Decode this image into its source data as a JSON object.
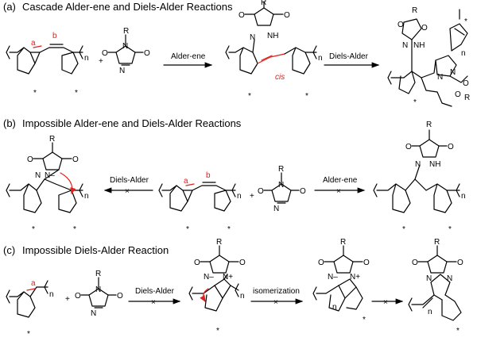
{
  "sections": [
    {
      "tag": "(a)",
      "title": "Cascade Alder-ene and Diels-Alder Reactions"
    },
    {
      "tag": "(b)",
      "title": "Impossible Alder-ene and Diels-Alder  Reactions"
    },
    {
      "tag": "(c)",
      "title": "Impossible Diels-Alder  Reaction"
    }
  ],
  "arrows": {
    "a1": "Alder-ene",
    "a2": "Diels-Alder",
    "b1": "Diels-Alder",
    "b2": "Alder-ene",
    "c1": "Diels-Alder",
    "c2": "isomerization"
  },
  "atoms": {
    "R": "R",
    "N": "N",
    "O": "O",
    "NH": "NH",
    "n": "n",
    "plus": "+",
    "a": "a",
    "b": "b",
    "cis": "cis",
    "star": "*",
    "Nminus": "N–",
    "Nplus": "N+",
    "minus": "–",
    "Nm": "N",
    "cross": "×"
  }
}
